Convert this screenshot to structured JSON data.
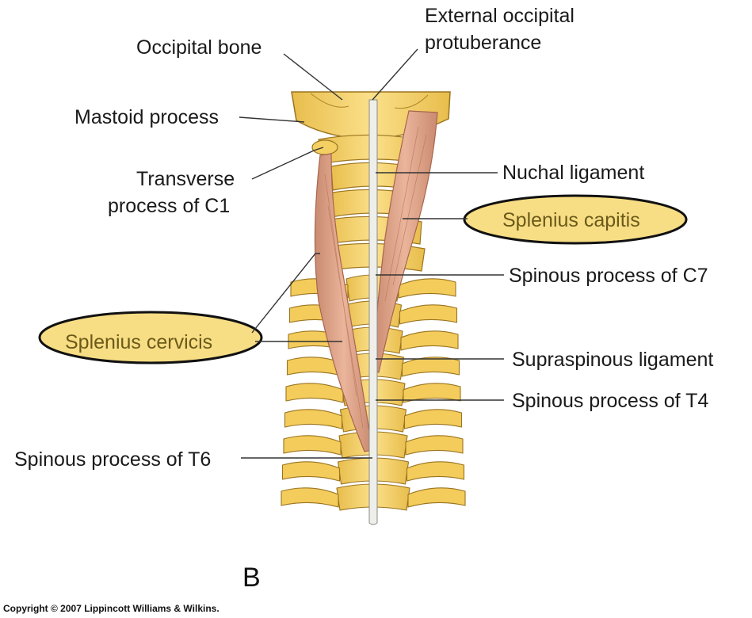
{
  "labels": {
    "occipital_bone": "Occipital bone",
    "external_occipital_1": "External occipital",
    "external_occipital_2": "protuberance",
    "mastoid_process": "Mastoid process",
    "transverse_1": "Transverse",
    "transverse_2": "process of C1",
    "nuchal_ligament": "Nuchal ligament",
    "splenius_capitis": "Splenius capitis",
    "spinous_c7": "Spinous process of C7",
    "splenius_cervicis": "Splenius cervicis",
    "supraspinous_ligament": "Supraspinous ligament",
    "spinous_t4": "Spinous process of T4",
    "spinous_t6": "Spinous process of T6"
  },
  "panel_letter": "B",
  "copyright": "Copyright © 2007 Lippincott Williams & Wilkins.",
  "colors": {
    "bone": "#f6d46a",
    "bone_shade": "#d9ad3c",
    "muscle": "#dfa48a",
    "muscle_dark": "#b9735a",
    "ligament": "#e9e9e4",
    "highlight_fill": "#f7dd84",
    "highlight_stroke": "#111111"
  }
}
